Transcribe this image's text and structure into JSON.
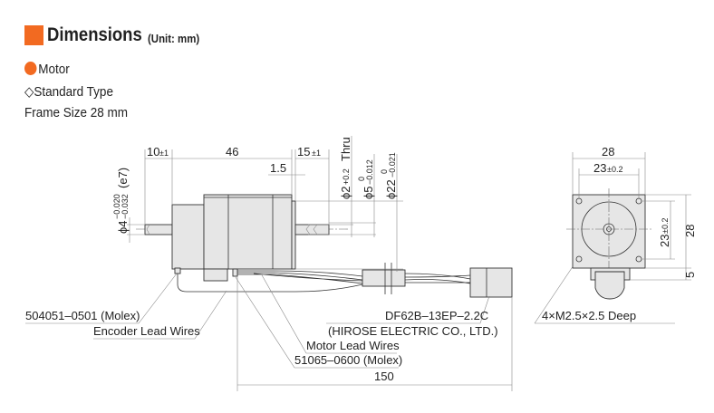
{
  "header": {
    "title": "Dimensions",
    "unit": "(Unit: mm)"
  },
  "section": {
    "motor": "Motor",
    "type": "◇Standard Type",
    "frame": "Frame Size 28 mm"
  },
  "colors": {
    "accent": "#f26a21"
  },
  "side_view": {
    "dim_10": "10",
    "dim_10_tol": "±1",
    "dim_46": "46",
    "dim_15": "15",
    "dim_15_tol": "±1",
    "dim_1_5": "1.5",
    "shaft_left": "ϕ4",
    "shaft_left_tol_upper": "−0.020",
    "shaft_left_tol_lower": "−0.032",
    "shaft_left_fit": "(e7)",
    "hole": "ϕ2",
    "hole_tol": "+0.2",
    "hole_tol_low": "0",
    "hole_suffix": "Thru",
    "shaft_right": "ϕ5",
    "shaft_right_tol_upper": "0",
    "shaft_right_tol_lower": "−0.012",
    "pilot": "ϕ22",
    "pilot_tol_upper": "0",
    "pilot_tol_lower": "−0.021",
    "dim_150": "150"
  },
  "front_view": {
    "dim_28_top": "28",
    "dim_23_top": "23",
    "dim_23_top_tol": "±0.2",
    "dim_23_side": "23",
    "dim_23_side_tol": "±0.2",
    "dim_28_side": "28",
    "dim_5": "5",
    "holes_label": "4×M2.5×2.5 Deep"
  },
  "labels": {
    "encoder_connector": "504051–0501 (Molex)",
    "encoder_wires": "Encoder Lead Wires",
    "motor_wires": "Motor Lead Wires",
    "motor_connector": "51065–0600 (Molex)",
    "main_connector": "DF62B–13EP–2.2C",
    "main_connector_maker": "(HIROSE ELECTRIC CO., LTD.)"
  }
}
